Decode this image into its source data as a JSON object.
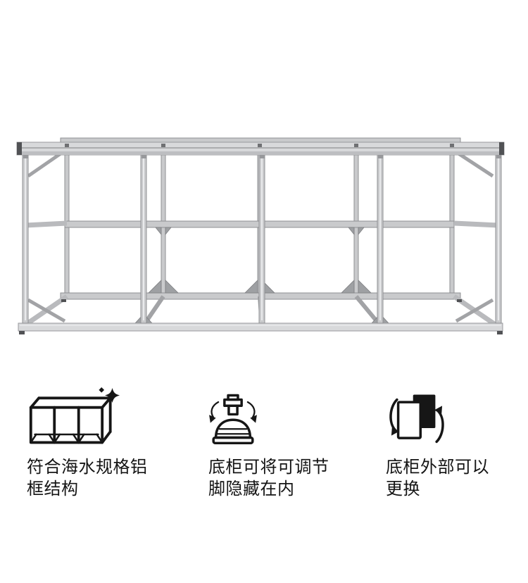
{
  "colors": {
    "background": "#ffffff",
    "caption_text": "#141414",
    "icon_stroke": "#161616",
    "aluminum_light": "#d8d9db",
    "aluminum_mid": "#c9cacc",
    "aluminum_gusset": "#9ea0a3",
    "aluminum_edge": "#8f9093",
    "end_cap": "#515255"
  },
  "illustration": {
    "subject": "aluminum-frame-cabinet-stand",
    "bays": 4
  },
  "features": [
    {
      "icon": "frame-structure-sparkle-icon",
      "lines": [
        "符合海水规格铝",
        "框结构"
      ]
    },
    {
      "icon": "adjustable-foot-rotation-icon",
      "lines": [
        "底柜可将可调节",
        "脚隐藏在内"
      ]
    },
    {
      "icon": "replaceable-panel-swap-icon",
      "lines": [
        "底柜外部可以",
        "更换"
      ]
    }
  ]
}
